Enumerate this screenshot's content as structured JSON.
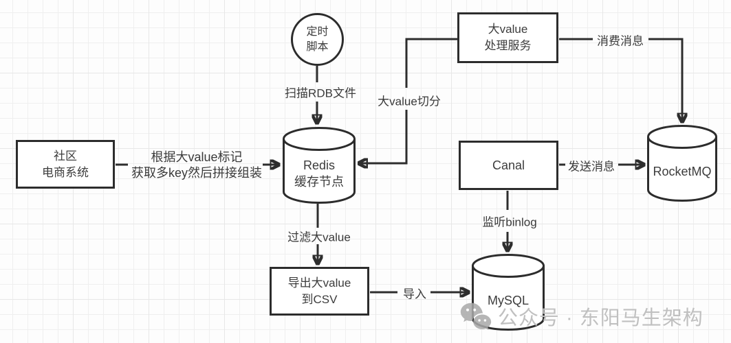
{
  "diagram": {
    "nodes": {
      "timer": {
        "line1": "定时",
        "line2": "脚本"
      },
      "bigvalue_service": {
        "line1": "大value",
        "line2": "处理服务"
      },
      "community": {
        "line1": "社区",
        "line2": "电商系统"
      },
      "canal": {
        "label": "Canal"
      },
      "redis": {
        "line1": "Redis",
        "line2": "缓存节点"
      },
      "rocketmq": {
        "label": "RocketMQ"
      },
      "mysql": {
        "label": "MySQL"
      },
      "export_csv": {
        "line1": "导出大value",
        "line2": "到CSV"
      }
    },
    "edge_labels": {
      "scan_rdb": "扫描RDB文件",
      "split": "大value切分",
      "consume": "消费消息",
      "send": "发送消息",
      "binlog": "监听binlog",
      "filter": "过滤大value",
      "import_csv": "导入",
      "fetch_line1": "根据大value标记",
      "fetch_line2": "获取多key然后拼接组装"
    },
    "colors": {
      "stroke": "#2d2d2d",
      "text": "#3c3c3c",
      "watermark": "#c0c0c0"
    }
  },
  "watermark": {
    "text": "公众号 · 东阳马生架构",
    "icon": "wechat-icon"
  }
}
